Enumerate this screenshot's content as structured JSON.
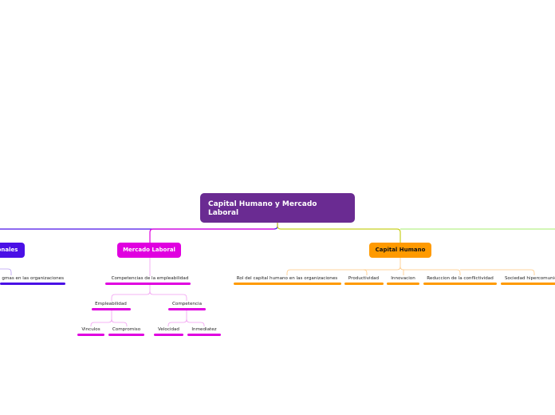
{
  "central": {
    "title": "Capital Humano y Mercado Laboral"
  },
  "branches": {
    "left": {
      "label": "onales",
      "color": "#4a10e6"
    },
    "mercado": {
      "label": "Mercado Laboral",
      "color": "#e000e0"
    },
    "capital": {
      "label": "Capital Humano",
      "color": "#ff9a00"
    },
    "right": {
      "color": "#b6f08a"
    }
  },
  "left_children": {
    "paradigms": "gmas en las organizaciones"
  },
  "mercado_children": {
    "competencias": "Competencias de la empleabilidad",
    "empleabilidad": "Empleabilidad",
    "competencia": "Competencia",
    "vinculos": "Vinculos",
    "compromiso": "Compromiso",
    "velocidad": "Velocidad",
    "inmediatez": "Inmediatez"
  },
  "capital_children": {
    "rol": "Rol del capital humano en las organizaciones",
    "productividad": "Productividad",
    "innovacion": "Innovacion",
    "conflictividad": "Reduccion de la conflictividad",
    "sociedad": "Sociedad hipercomunic"
  }
}
